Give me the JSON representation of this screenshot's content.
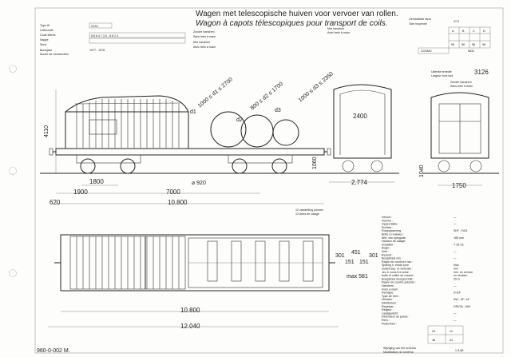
{
  "title": {
    "nl": "Wagen met telescopische huiven voor vervoer van rollen.",
    "fr": "Wagon à capots télescopiques pour transport de coils."
  },
  "header_left": {
    "labels": [
      "Type W",
      "Letterzode",
      "Code lettres",
      "Nappe",
      "Serie",
      "Bouwjaar",
      "Année de construction"
    ],
    "type_code": "S12A",
    "build_years": "1977 - 1978",
    "numbers_row": "8 8 8 4 7 3 0 - 8 8 2 3"
  },
  "header_center": {
    "labels": [
      "Zonder handrem",
      "Sans frein à main",
      "Met handrem",
      "Avec frein à main"
    ]
  },
  "header_right": {
    "label_nl": "Gemiddelde tarra",
    "label_fr": "Tare moyenne",
    "tare": "27,5",
    "table_head": [
      "A",
      "B",
      "C",
      "D"
    ],
    "table_vals": [
      "55",
      "58",
      "58",
      "58"
    ],
    "code": "COSMO",
    "code_val": "5831"
  },
  "dimensions": {
    "d1": "1000 ≤ d1 ≤ 2700",
    "d2": "800 ≤ d2 ≤ 1700",
    "d3": "1000 ≤ d3 ≤ 2350",
    "label_d1": "d1",
    "label_d2": "d2",
    "label_d3": "d3",
    "height_4110": "4110",
    "height_1060": "1060",
    "len_1800": "1800",
    "len_1900": "1900",
    "len_7000": "7000",
    "len_10800": "10.800",
    "len_620": "620",
    "wheel": "⌀ 920",
    "width_2400": "2400",
    "width_2774": "2.774",
    "width_3126": "3126",
    "width_1750": "1750",
    "height_1040": "1040",
    "plan_10800": "10.800",
    "plan_12040": "12.040",
    "plan_301a": "301",
    "plan_301b": "301",
    "plan_451": "451",
    "plan_151a": "151",
    "plan_151b": "151",
    "plan_max581": "max 581"
  },
  "section_labels": {
    "gauge_nl": "Uiterste breedte",
    "gauge_fr": "Largeur hors tout",
    "right_nl": "Zonder handrem",
    "right_fr": "Sans frein à main",
    "coils_nl": "12 vastzetting polmen",
    "coils_fr": "12 arres de calage"
  },
  "spec_table": {
    "rows": [
      {
        "label": "Inhoud :",
        "value": "—"
      },
      {
        "label": "Volume :",
        "value": ""
      },
      {
        "label": "Oppervlakte :",
        "value": "—"
      },
      {
        "label": "Surface :",
        "value": ""
      },
      {
        "label": "Rolopspanning :",
        "value": "SKF - FAG"
      },
      {
        "label": "Boîte à rouleaux :",
        "value": ""
      },
      {
        "label": "Afst. van oplegvlak",
        "value": "185 mm"
      },
      {
        "label": "Hauteur de calage :",
        "value": ""
      },
      {
        "label": "Draaistel :",
        "value": "Y 25 Cs"
      },
      {
        "label": "Bogie :",
        "value": ""
      },
      {
        "label": "Veer :",
        "value": "—"
      },
      {
        "label": "Ressort :",
        "value": ""
      },
      {
        "label": "Boogstraal min. :",
        "value": "—"
      },
      {
        "label": "Rayon de courbure min :",
        "value": ""
      },
      {
        "label": "Speling h. einde lorre",
        "value": "max"
      },
      {
        "label": "Isolant sup. et verticale :",
        "value": "mm "
      },
      {
        "label": "Jeu h. sous hre arme :",
        "value": "min. en service"
      },
      {
        "label": "boîte et collier de ressort :",
        "value": "en révision"
      },
      {
        "label": "Boogstraal doorgeschikt :",
        "value": "25 m"
      },
      {
        "label": "Rayon de courbe autorisé :",
        "value": ""
      },
      {
        "label": "Handrem :",
        "value": "—"
      },
      {
        "label": "Frein à main :",
        "value": ""
      },
      {
        "label": "Remtype :",
        "value": "D-GP"
      },
      {
        "label": "Type de frein :",
        "value": ""
      },
      {
        "label": "Verdeler :",
        "value": "SW - SF. 14\""
      },
      {
        "label": "Distributeur :",
        "value": ""
      },
      {
        "label": "Regelaar :",
        "value": "DRV2A - 600"
      },
      {
        "label": "Régleur :",
        "value": ""
      },
      {
        "label": "Laadgewicht :",
        "value": "—"
      },
      {
        "label": "Détendeur de pesée :",
        "value": ""
      },
      {
        "label": "Rem. :",
        "value": "—"
      },
      {
        "label": "Poids-frein :",
        "value": ""
      }
    ],
    "box_a": "24",
    "box_b": "12",
    "box_c": "48",
    "box_d": "24"
  },
  "footer": {
    "drawing_no": "960-0-002 M.",
    "change_nl": "Wijziging van het schema",
    "change_fr": "Modification du schéma",
    "change_date": "1-3-88"
  }
}
